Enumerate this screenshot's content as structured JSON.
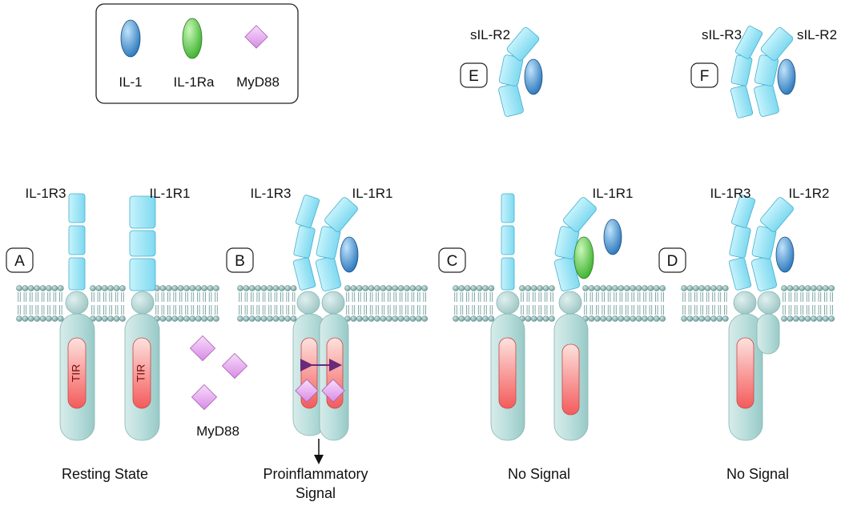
{
  "legend": {
    "items": [
      {
        "label": "IL-1",
        "shape": "oval",
        "color": "#2f84c9"
      },
      {
        "label": "IL-1Ra",
        "shape": "oval",
        "color": "#4cc23a"
      },
      {
        "label": "MyD88",
        "shape": "diamond",
        "color": "#e6a1f0"
      }
    ]
  },
  "colors": {
    "receptor_domain": "#8fe2f6",
    "membrane_head": "#9fc7c5",
    "cytoplasmic_body": "#a9d4d2",
    "tir_domain": "#f48c8c",
    "il1": "#2f84c9",
    "il1ra": "#4cc23a",
    "myd88": "#e6a1f0",
    "arrow_purple": "#6a2a7a"
  },
  "panels": {
    "A": {
      "tag": "A",
      "left_label": "IL-1R3",
      "right_label": "IL-1R1",
      "tir_left": "TIR",
      "tir_right": "TIR",
      "myd88_label": "MyD88",
      "caption": "Resting State"
    },
    "B": {
      "tag": "B",
      "left_label": "IL-1R3",
      "right_label": "IL-1R1",
      "caption_line1": "Proinflammatory",
      "caption_line2": "Signal"
    },
    "C": {
      "tag": "C",
      "right_label": "IL-1R1",
      "caption": "No Signal"
    },
    "D": {
      "tag": "D",
      "left_label": "IL-1R3",
      "right_label": "IL-1R2",
      "caption": "No Signal"
    },
    "E": {
      "tag": "E",
      "label": "sIL-R2"
    },
    "F": {
      "tag": "F",
      "left_label": "sIL-R3",
      "right_label": "sIL-R2"
    }
  }
}
